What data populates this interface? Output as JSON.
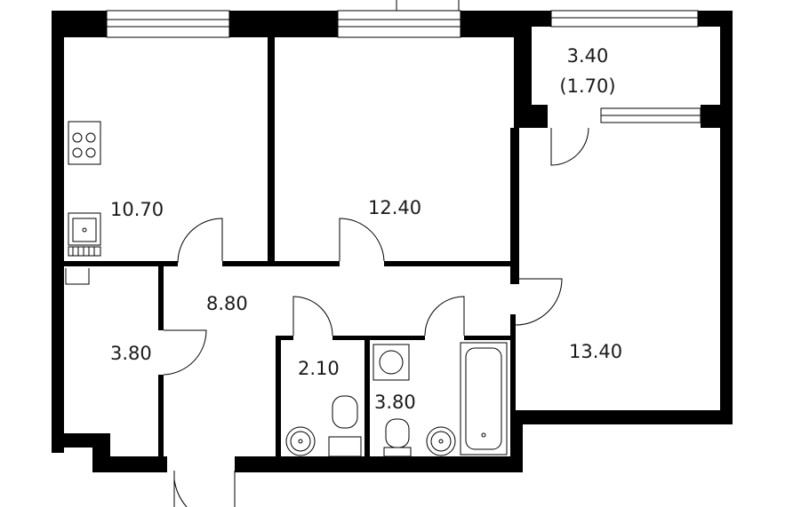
{
  "rooms": {
    "kitchen": {
      "area": "10.70"
    },
    "bedroom": {
      "area": "12.40"
    },
    "balcony": {
      "area": "3.40",
      "reduced_area": "(1.70)"
    },
    "living": {
      "area": "13.40"
    },
    "hall": {
      "area": "8.80"
    },
    "storage": {
      "area": "3.80"
    },
    "wc": {
      "area": "2.10"
    },
    "bathroom": {
      "area": "3.80"
    }
  },
  "colors": {
    "wall": "#000000",
    "background": "#ffffff",
    "text": "#1a1a1a"
  },
  "icons": [
    "stove-icon",
    "sink-icon",
    "toilet-icon",
    "washbasin-icon",
    "washing-machine-icon",
    "bathtub-icon",
    "radiator-icon"
  ]
}
